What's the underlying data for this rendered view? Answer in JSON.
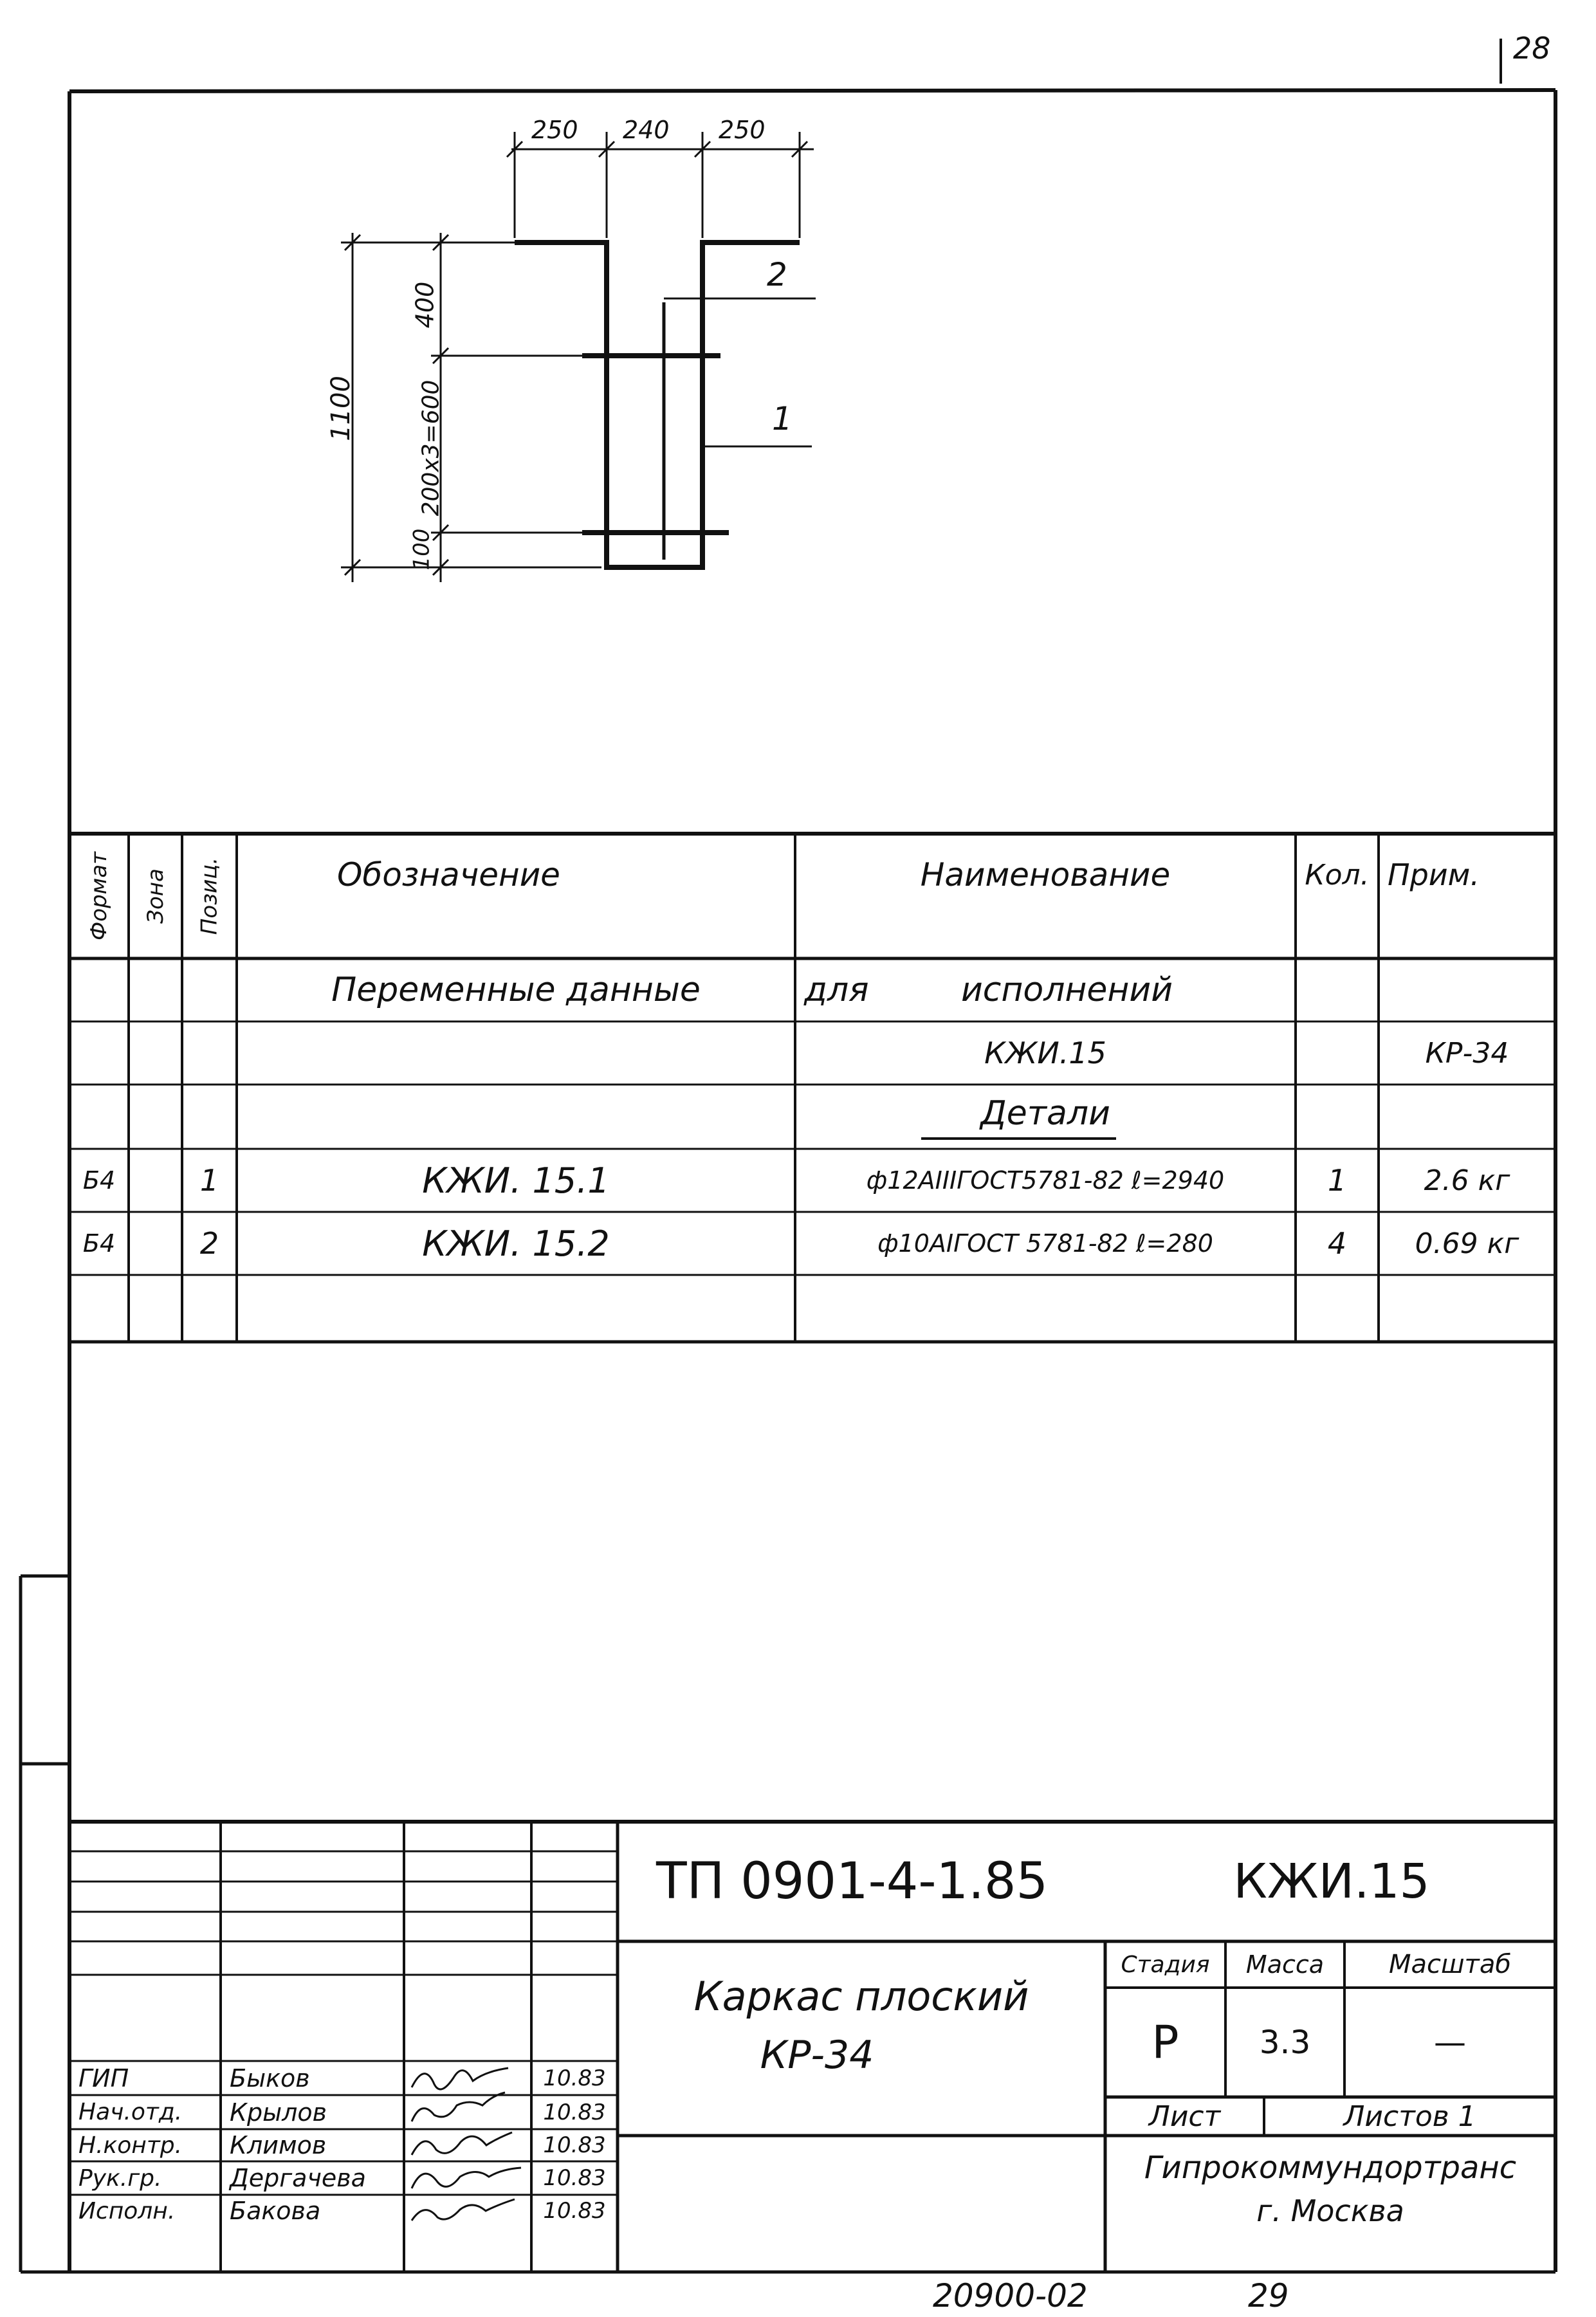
{
  "page_number_top": "28",
  "drawing": {
    "dims_top": [
      "250",
      "240",
      "250"
    ],
    "dim_total_height": "1100",
    "dim_400": "400",
    "dim_600": "200x3=600",
    "dim_100": "100",
    "callout_2": "2",
    "callout_1": "1"
  },
  "spec_table": {
    "headers": {
      "format": "Формат",
      "zone": "Зона",
      "pos": "Позиц.",
      "designation": "Обозначение",
      "name": "Наименование",
      "qty": "Кол.",
      "note": "Прим."
    },
    "row_variable": {
      "designation": "Переменные данные",
      "name_a": "для",
      "name_b": "исполнений"
    },
    "row_kzhi": {
      "name": "КЖИ.15",
      "note": "КР-34"
    },
    "row_details": {
      "name": "Детали"
    },
    "rows": [
      {
        "format": "Б4",
        "pos": "1",
        "designation": "КЖИ. 15.1",
        "name": "ф12АIIIГОСТ5781-82 ℓ=2940",
        "qty": "1",
        "note": "2.6 кг"
      },
      {
        "format": "Б4",
        "pos": "2",
        "designation": "КЖИ. 15.2",
        "name": "ф10АIГОСТ 5781-82 ℓ=280",
        "qty": "4",
        "note": "0.69 кг"
      }
    ]
  },
  "title_block": {
    "project_code": "ТП 0901-4-1.85",
    "doc_code": "КЖИ.15",
    "title_line1": "Каркас плоский",
    "title_line2": "КР-34",
    "stage_label": "Стадия",
    "mass_label": "Масса",
    "scale_label": "Масштаб",
    "stage": "Р",
    "mass": "3.3",
    "scale": "—",
    "sheet_label": "Лист",
    "sheets_label": "Листов 1",
    "org_line1": "Гипрокоммундортранс",
    "org_line2": "г. Москва",
    "signatures": [
      {
        "role": "ГИП",
        "name": "Быков",
        "date": "10.83"
      },
      {
        "role": "Нач.отд.",
        "name": "Крылов",
        "date": "10.83"
      },
      {
        "role": "Н.контр.",
        "name": "Климов",
        "date": "10.83"
      },
      {
        "role": "Рук.гр.",
        "name": "Дергачева",
        "date": "10.83"
      },
      {
        "role": "Исполн.",
        "name": "Бакова",
        "date": "10.83"
      }
    ]
  },
  "footer": {
    "inventory": "20900-02",
    "page": "29"
  }
}
